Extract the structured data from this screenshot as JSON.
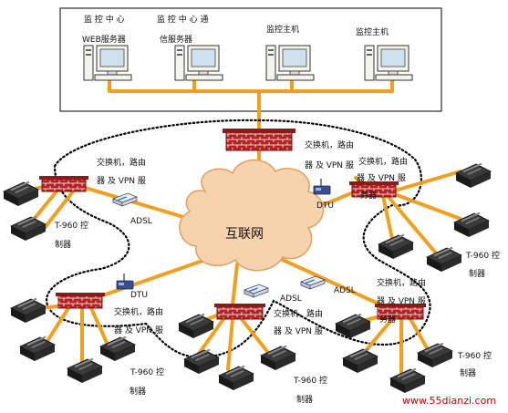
{
  "monitoring_center": {
    "web_server": [
      "监 控 中 心",
      "WEB服务器"
    ],
    "comm_server": [
      "监 控 中 心 通",
      "信服务器"
    ],
    "monitor_pc_1": "监控主机",
    "monitor_pc_2": "监控主机"
  },
  "internet_label": "互联网",
  "router_vpn_label": [
    "交换机，路由",
    "器 及 VPN 服",
    "务器"
  ],
  "router_vpn_label_center": [
    "交换机，路由",
    "器 及 VPN 服"
  ],
  "adsl": "ADSL",
  "dtu": "DTU",
  "controller": [
    "T-960 控",
    "制器"
  ],
  "watermark": "www.55dianzi.com",
  "colors": {
    "link": "#f0a020",
    "firewall": "#b22222",
    "cloud": "#f6d2ad",
    "cloud_stroke": "#e0a060",
    "watermark": "#cc0000"
  }
}
